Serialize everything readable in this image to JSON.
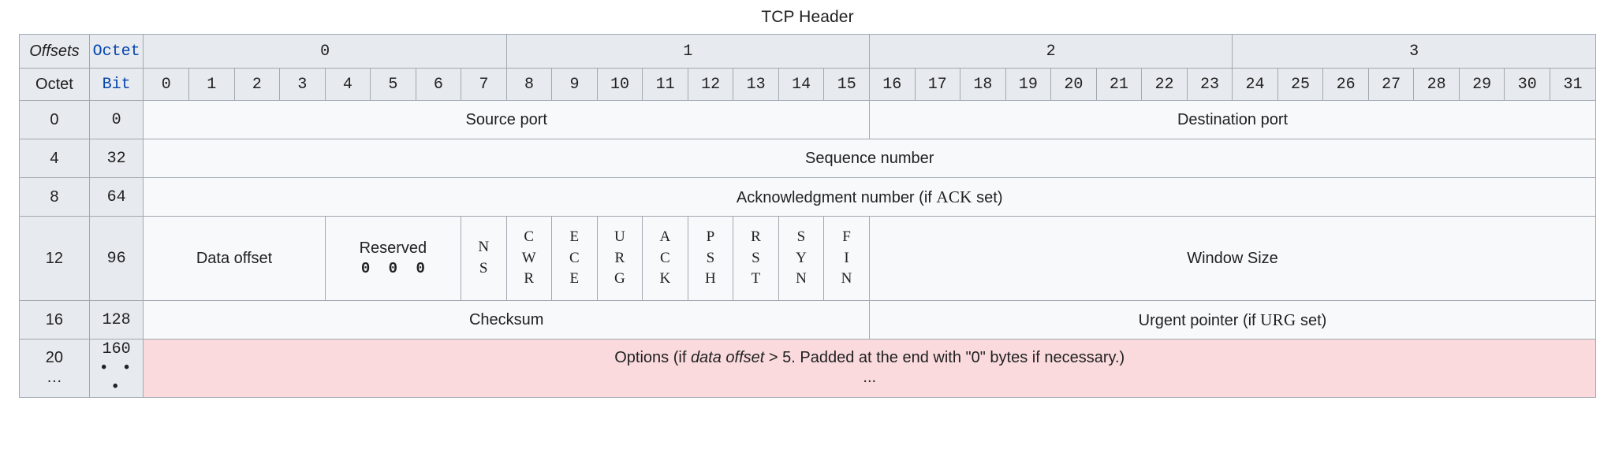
{
  "title": "TCP Header",
  "header": {
    "offsets_label": "Offsets",
    "octet_label_top": "Octet",
    "octet_label_bottom": "Octet",
    "bit_label": "Bit",
    "octet_groups": [
      "0",
      "1",
      "2",
      "3"
    ],
    "bits": [
      "0",
      "1",
      "2",
      "3",
      "4",
      "5",
      "6",
      "7",
      "8",
      "9",
      "10",
      "11",
      "12",
      "13",
      "14",
      "15",
      "16",
      "17",
      "18",
      "19",
      "20",
      "21",
      "22",
      "23",
      "24",
      "25",
      "26",
      "27",
      "28",
      "29",
      "30",
      "31"
    ]
  },
  "rows": [
    {
      "octet_offset": "0",
      "bit_offset": "0",
      "fields": [
        {
          "label": "Source port",
          "bits": 16
        },
        {
          "label": "Destination port",
          "bits": 16
        }
      ]
    },
    {
      "octet_offset": "4",
      "bit_offset": "32",
      "fields": [
        {
          "label": "Sequence number",
          "bits": 32
        }
      ]
    },
    {
      "octet_offset": "8",
      "bit_offset": "64",
      "fields": [
        {
          "label_pre": "Acknowledgment number (if ",
          "label_sc": "ACK",
          "label_post": " set)",
          "bits": 32
        }
      ]
    },
    {
      "octet_offset": "12",
      "bit_offset": "96",
      "data_offset_label": "Data offset",
      "reserved_label": "Reserved",
      "reserved_bits": "0 0 0",
      "flags": [
        "NS",
        "CWR",
        "ECE",
        "URG",
        "ACK",
        "PSH",
        "RST",
        "SYN",
        "FIN"
      ],
      "window_label": "Window Size"
    },
    {
      "octet_offset": "16",
      "bit_offset": "128",
      "fields": [
        {
          "label": "Checksum",
          "bits": 16
        },
        {
          "label_pre": "Urgent pointer (if ",
          "label_sc": "URG",
          "label_post": " set)",
          "bits": 16
        }
      ]
    },
    {
      "octet_offset": "20",
      "octet_offset_cont": "…",
      "bit_offset": "160",
      "bit_offset_cont": "• • •",
      "options_pre": "Options (if ",
      "options_italic": "data offset",
      "options_post": " > 5. Padded at the end with \"0\" bytes if necessary.)",
      "options_cont": "..."
    }
  ],
  "colors": {
    "header_bg": "#e7eaee",
    "cell_bg": "#f8f9fa",
    "options_bg": "#fadadd",
    "border": "#a2a9b1",
    "link_blue": "#0645ad"
  }
}
